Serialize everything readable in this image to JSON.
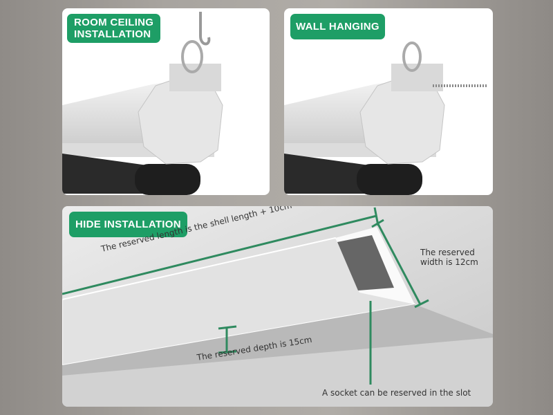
{
  "panels": {
    "ceiling": {
      "badge": "ROOM CEILING\nINSTALLATION",
      "badge_line1": "ROOM CEILING",
      "badge_line2": "INSTALLATION"
    },
    "wall": {
      "badge": "WALL HANGING"
    },
    "hide": {
      "badge": "HIDE INSTALLATION",
      "length_label": "The reserved length is the shell length + 10cm",
      "width_label_line1": "The reserved",
      "width_label_line2": "width is 12cm",
      "depth_label": "The reserved depth is 15cm",
      "socket_label": "A socket can be reserved in the slot"
    }
  },
  "colors": {
    "accent": "#1e9e66",
    "line": "#2f8a5f"
  }
}
